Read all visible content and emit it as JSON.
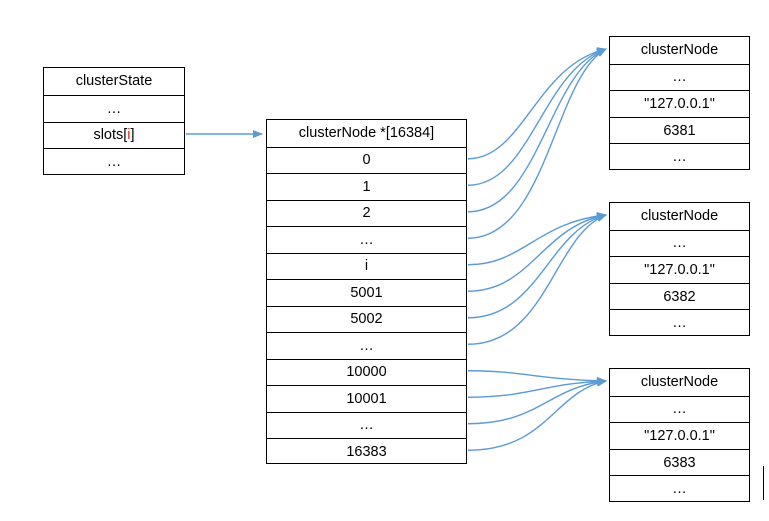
{
  "cluster_state": {
    "title": "clusterState",
    "rows": [
      {
        "text": "…"
      },
      {
        "prefix": "slots[",
        "highlight": "i",
        "suffix": "]"
      },
      {
        "text": "…"
      }
    ]
  },
  "slot_table": {
    "title": "clusterNode *[16384]",
    "rows": [
      "0",
      "1",
      "2",
      "…",
      "i",
      "5001",
      "5002",
      "…",
      "10000",
      "10001",
      "…",
      "16383"
    ],
    "highlight_index": 4
  },
  "nodes": [
    {
      "title": "clusterNode",
      "rows": [
        "…",
        "\"127.0.0.1\"",
        "6381",
        "…"
      ]
    },
    {
      "title": "clusterNode",
      "rows": [
        "…",
        "\"127.0.0.1\"",
        "6382",
        "…"
      ]
    },
    {
      "title": "clusterNode",
      "rows": [
        "…",
        "\"127.0.0.1\"",
        "6383",
        "…"
      ]
    }
  ],
  "colors": {
    "arrow": "#5b9bd5",
    "highlight_text": "#e02020",
    "border": "#000000"
  },
  "mappings": [
    {
      "from": "cluster_state.rows.1",
      "to": "slot_table"
    },
    {
      "from_rows": [
        0,
        1,
        2,
        3
      ],
      "to_node": 0
    },
    {
      "from_rows": [
        4,
        5,
        6,
        7
      ],
      "to_node": 1
    },
    {
      "from_rows": [
        8,
        9,
        10,
        11
      ],
      "to_node": 2
    }
  ]
}
